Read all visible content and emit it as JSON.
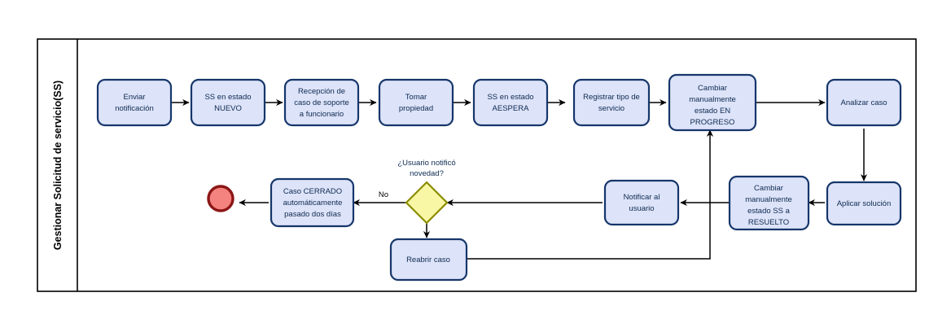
{
  "pool": {
    "lane_title": "Gestionar Solicitud de servicio(SS)"
  },
  "colors": {
    "task_fill": "#dde3f8",
    "task_stroke": "#16366b",
    "gateway_fill": "#f7f7a5",
    "gateway_stroke": "#8c8c00",
    "end_fill": "#f4827e",
    "end_stroke": "#8c1616",
    "flow_stroke": "#000000",
    "text": "#0d2a52"
  },
  "nodes": {
    "enviar_notificacion": {
      "type": "task",
      "lines": [
        "Enviar",
        "notificación"
      ]
    },
    "ss_estado_nuevo": {
      "type": "task",
      "lines": [
        "SS en estado",
        "NUEVO"
      ]
    },
    "recepcion_caso": {
      "type": "task",
      "lines": [
        "Recepción de",
        "caso de soporte",
        "a funcionario"
      ]
    },
    "tomar_propiedad": {
      "type": "task",
      "lines": [
        "Tomar",
        "propiedad"
      ]
    },
    "ss_estado_aespera": {
      "type": "task",
      "lines": [
        "SS en estado",
        "AESPERA"
      ]
    },
    "registrar_tipo_servicio": {
      "type": "task",
      "lines": [
        "Registrar tipo de",
        "servicio"
      ]
    },
    "cambiar_en_progreso": {
      "type": "task",
      "lines": [
        "Cambiar",
        "manualmente",
        "estado EN",
        "PROGRESO"
      ]
    },
    "analizar_caso": {
      "type": "task",
      "lines": [
        "Analizar caso"
      ]
    },
    "aplicar_solucion": {
      "type": "task",
      "lines": [
        "Aplicar solución"
      ]
    },
    "cambiar_resuelto": {
      "type": "task",
      "lines": [
        "Cambiar",
        "manualmente",
        "estado SS a",
        "RESUELTO"
      ]
    },
    "notificar_usuario": {
      "type": "task",
      "lines": [
        "Notificar al",
        "usuario"
      ]
    },
    "gateway_usuario_notifico": {
      "type": "gateway",
      "lines": [
        "¿Usuario notificó",
        "novedad?"
      ]
    },
    "reabrir_caso": {
      "type": "task",
      "lines": [
        "Reabrir caso"
      ]
    },
    "caso_cerrado": {
      "type": "task",
      "lines": [
        "Caso CERRADO",
        "automáticamente",
        "pasado dos días"
      ]
    },
    "end_event": {
      "type": "end",
      "lines": []
    }
  },
  "edge_labels": {
    "gateway_no": "No"
  },
  "icons": {
    "end_event": "end-event-circle-icon",
    "gateway": "exclusive-gateway-diamond-icon",
    "arrow": "sequence-flow-arrow-icon"
  }
}
